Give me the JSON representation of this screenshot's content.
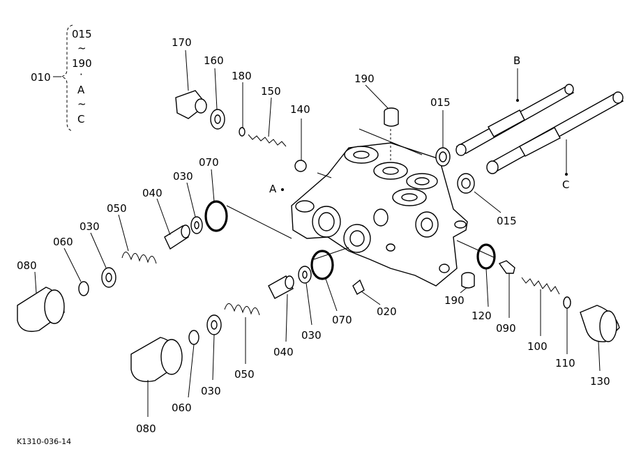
{
  "group": {
    "range_top": "015",
    "tilde1": "~",
    "range_mid": "190",
    "dot": "·",
    "range_a": "A",
    "tilde2": "~",
    "range_c": "C",
    "main_label": "010"
  },
  "markers": {
    "a": "A",
    "b": "B",
    "c": "C"
  },
  "parts": {
    "p170": "170",
    "p160": "160",
    "p180": "180",
    "p150": "150",
    "p140": "140",
    "p190_top": "190",
    "p015_top": "015",
    "p015_bottom": "015",
    "p070_left": "070",
    "p030_a": "030",
    "p040_a": "040",
    "p050_a": "050",
    "p030_b": "030",
    "p060_a": "060",
    "p080_a": "080",
    "p070_mid": "070",
    "p030_c": "030",
    "p040_b": "040",
    "p050_b": "050",
    "p030_d": "030",
    "p060_b": "060",
    "p080_b": "080",
    "p020": "020",
    "p190_bottom": "190",
    "p120": "120",
    "p090": "090",
    "p100": "100",
    "p110": "110",
    "p130": "130"
  },
  "footer": {
    "code": "K1310-036-14"
  }
}
